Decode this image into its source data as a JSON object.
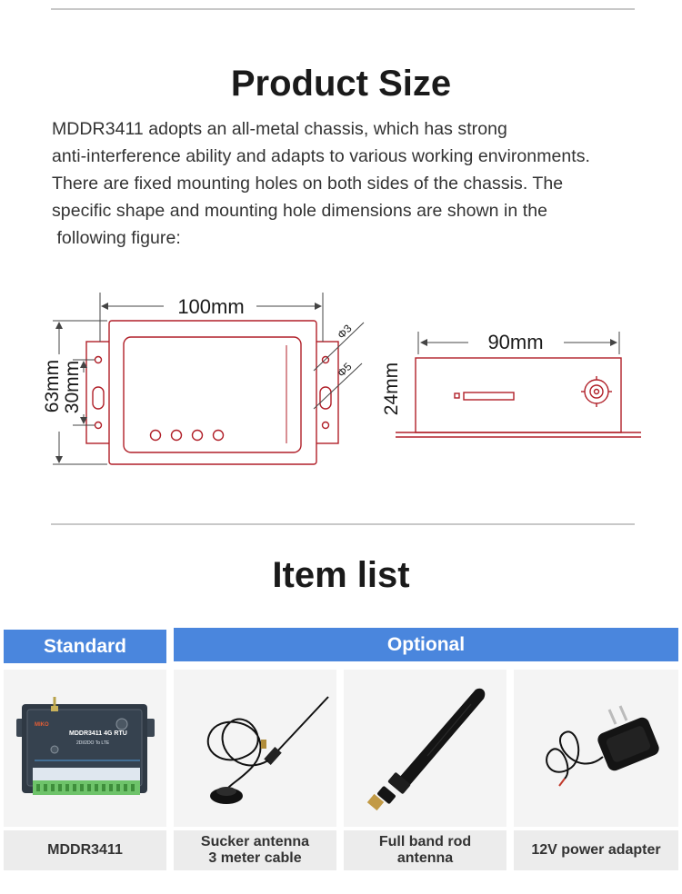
{
  "product_size": {
    "title": "Product Size",
    "paragraph_lines": [
      "MDDR3411 adopts an all-metal chassis, which has strong",
      "anti-interference ability and adapts to various working environments.",
      "There are fixed mounting holes on both sides of the chassis. The",
      "specific shape and mounting hole dimensions are shown in the",
      " following figure:"
    ],
    "diagram": {
      "front_width": "100mm",
      "front_height": "63mm",
      "hole_spacing": "30mm",
      "hole_small": "Φ3",
      "hole_large": "Φ5",
      "side_width": "90mm",
      "side_height": "24mm"
    }
  },
  "item_list": {
    "title": "Item list",
    "standard_label": "Standard",
    "optional_label": "Optional",
    "device_brand": "MIKO",
    "device_model_text": "MDDR3411 4G RTU",
    "device_sub_text": "2DI/2DO To LTE",
    "items": [
      {
        "caption": [
          "MDDR3411"
        ],
        "icon": "rtu-device-icon"
      },
      {
        "caption": [
          "Sucker antenna",
          "3 meter cable"
        ],
        "icon": "sucker-antenna-icon"
      },
      {
        "caption": [
          "Full band rod",
          "antenna"
        ],
        "icon": "rod-antenna-icon"
      },
      {
        "caption": [
          "12V power adapter"
        ],
        "icon": "power-adapter-icon"
      }
    ]
  },
  "colors": {
    "accent_blue": "#4a86dd",
    "diagram_red": "#b01f28",
    "rule_gray": "#c8c8c8"
  }
}
